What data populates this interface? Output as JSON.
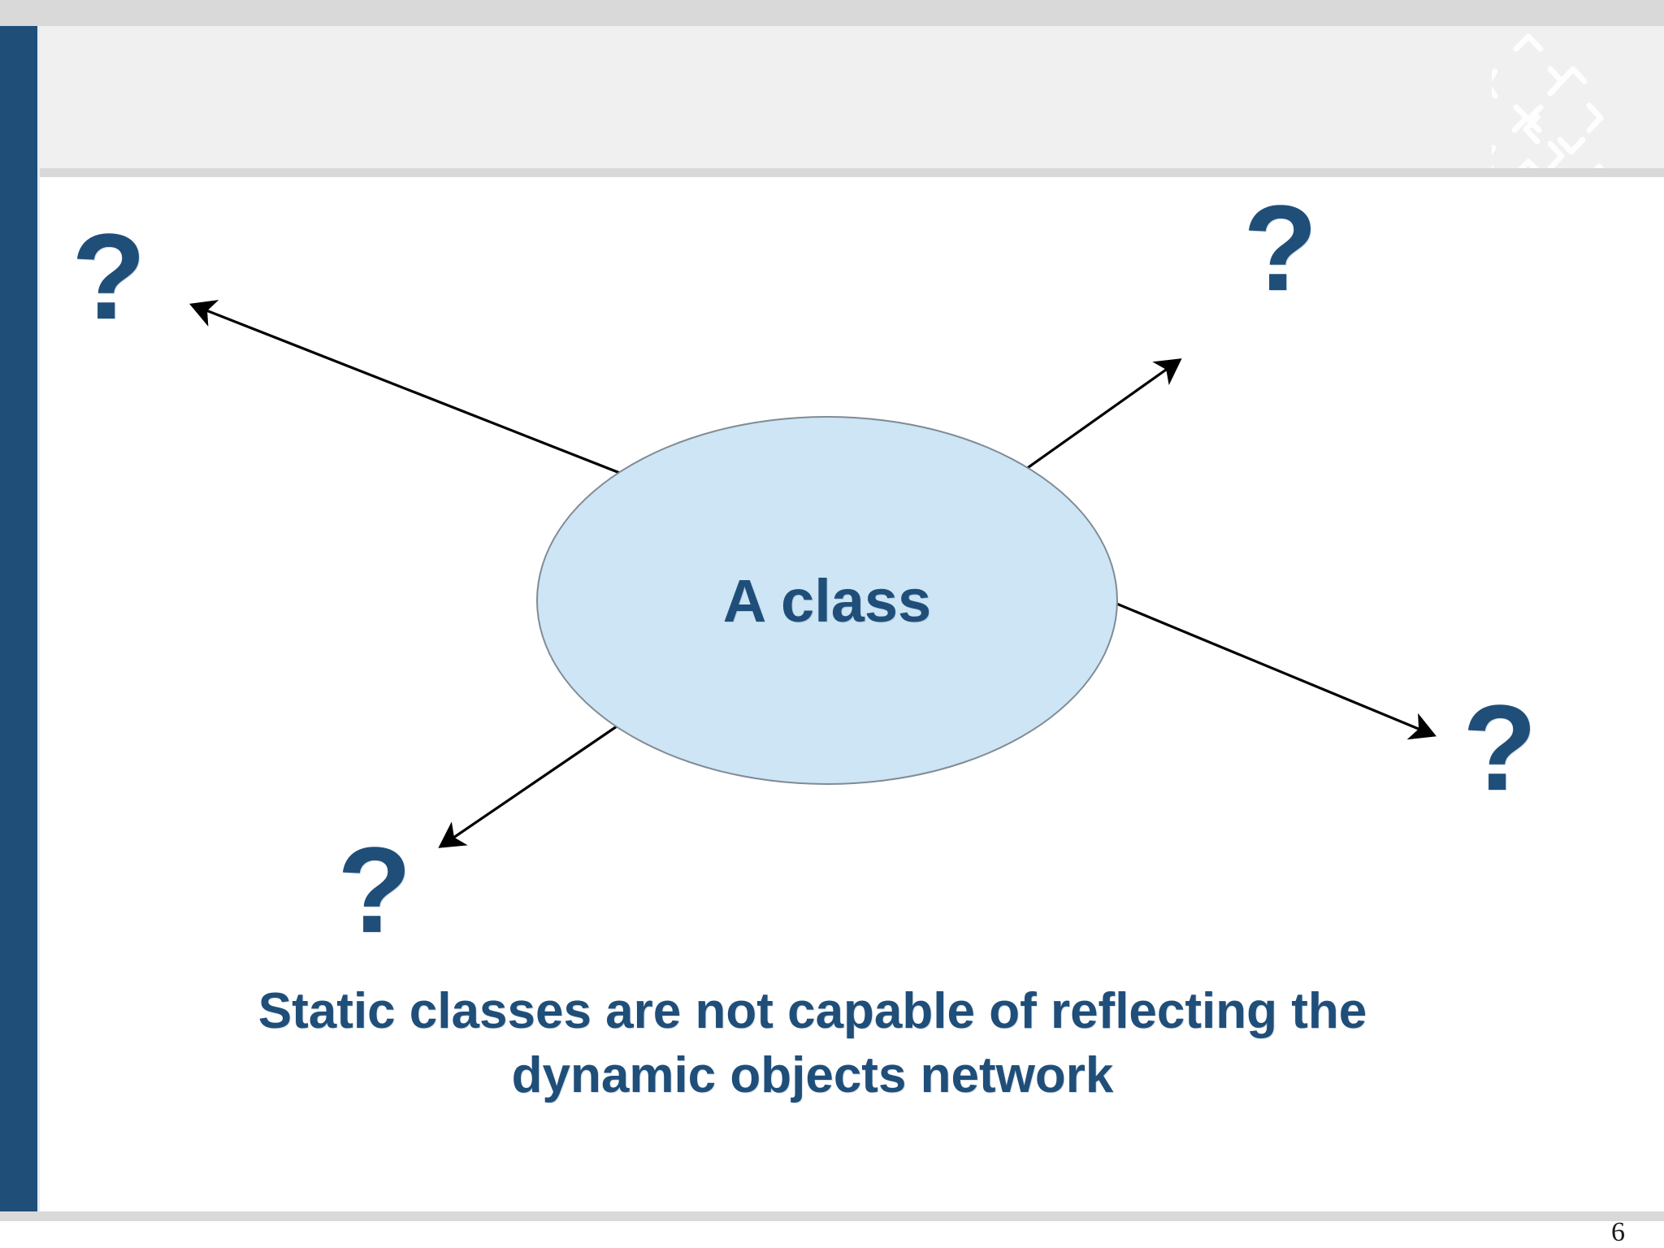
{
  "slide": {
    "number": "6",
    "accent_color": "#1f4e79",
    "band_color": "#d9d9d9",
    "header_color": "#f0f0f0"
  },
  "header": {
    "title": "",
    "watermark_icon": "chevron-pattern-watermark"
  },
  "diagram": {
    "type": "node-with-radiating-arrows",
    "center_node": {
      "label": "A class",
      "shape": "ellipse",
      "fill_color": "#cde5f4",
      "border_color": "#808b96",
      "text_color": "#1f4e79"
    },
    "question_marks": [
      {
        "id": "top-left",
        "label": "?"
      },
      {
        "id": "top-right",
        "label": "?"
      },
      {
        "id": "bottom-right",
        "label": "?"
      },
      {
        "id": "bottom-left",
        "label": "?"
      }
    ],
    "arrows": [
      {
        "id": "arrow-to-top-left",
        "from": "ellipse",
        "to": "question-mark-top-left",
        "direction": "up-left"
      },
      {
        "id": "arrow-to-top-right",
        "from": "ellipse",
        "to": "question-mark-top-right",
        "direction": "up-right"
      },
      {
        "id": "arrow-to-bottom-right",
        "from": "ellipse",
        "to": "question-mark-bottom-right",
        "direction": "down-right"
      },
      {
        "id": "arrow-to-bottom-left",
        "from": "ellipse",
        "to": "question-mark-bottom-left",
        "direction": "down-left"
      }
    ]
  },
  "caption": {
    "line1": "Static classes are not capable of reflecting the",
    "line2": "dynamic objects network"
  }
}
